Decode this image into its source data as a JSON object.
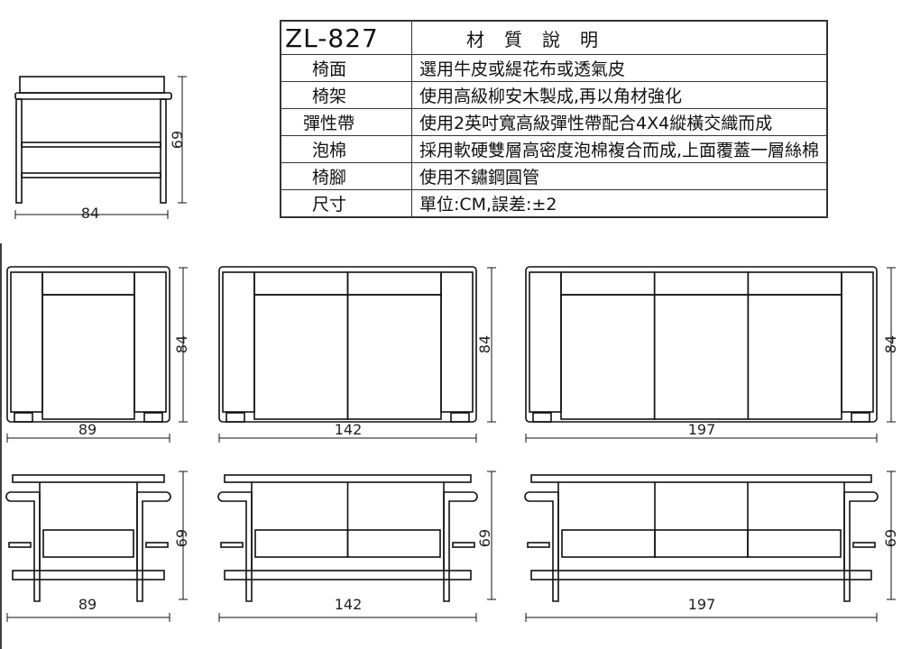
{
  "spec_table": {
    "model": "ZL-827",
    "title": "材質說明",
    "rows": [
      {
        "label": "椅面",
        "value": "選用牛皮或緹花布或透氣皮"
      },
      {
        "label": "椅架",
        "value": "使用高級柳安木製成,再以角材強化"
      },
      {
        "label": "彈性帶",
        "value": "使用2英吋寬高級彈性帶配合4X4縱橫交織而成"
      },
      {
        "label": "泡棉",
        "value": "採用軟硬雙層高密度泡棉複合而成,上面覆蓋一層絲棉"
      },
      {
        "label": "椅腳",
        "value": "使用不鏽鋼圓管"
      },
      {
        "label": "尺寸",
        "value": "單位:CM,誤差:±2"
      }
    ]
  },
  "side_view": {
    "depth": "84",
    "height": "69"
  },
  "views": [
    {
      "name": "single",
      "seats": 1,
      "width": "89",
      "depth": "84",
      "height": "69"
    },
    {
      "name": "double",
      "seats": 2,
      "width": "142",
      "depth": "84",
      "height": "69"
    },
    {
      "name": "triple",
      "seats": 3,
      "width": "197",
      "depth": "84",
      "height": "69"
    }
  ]
}
